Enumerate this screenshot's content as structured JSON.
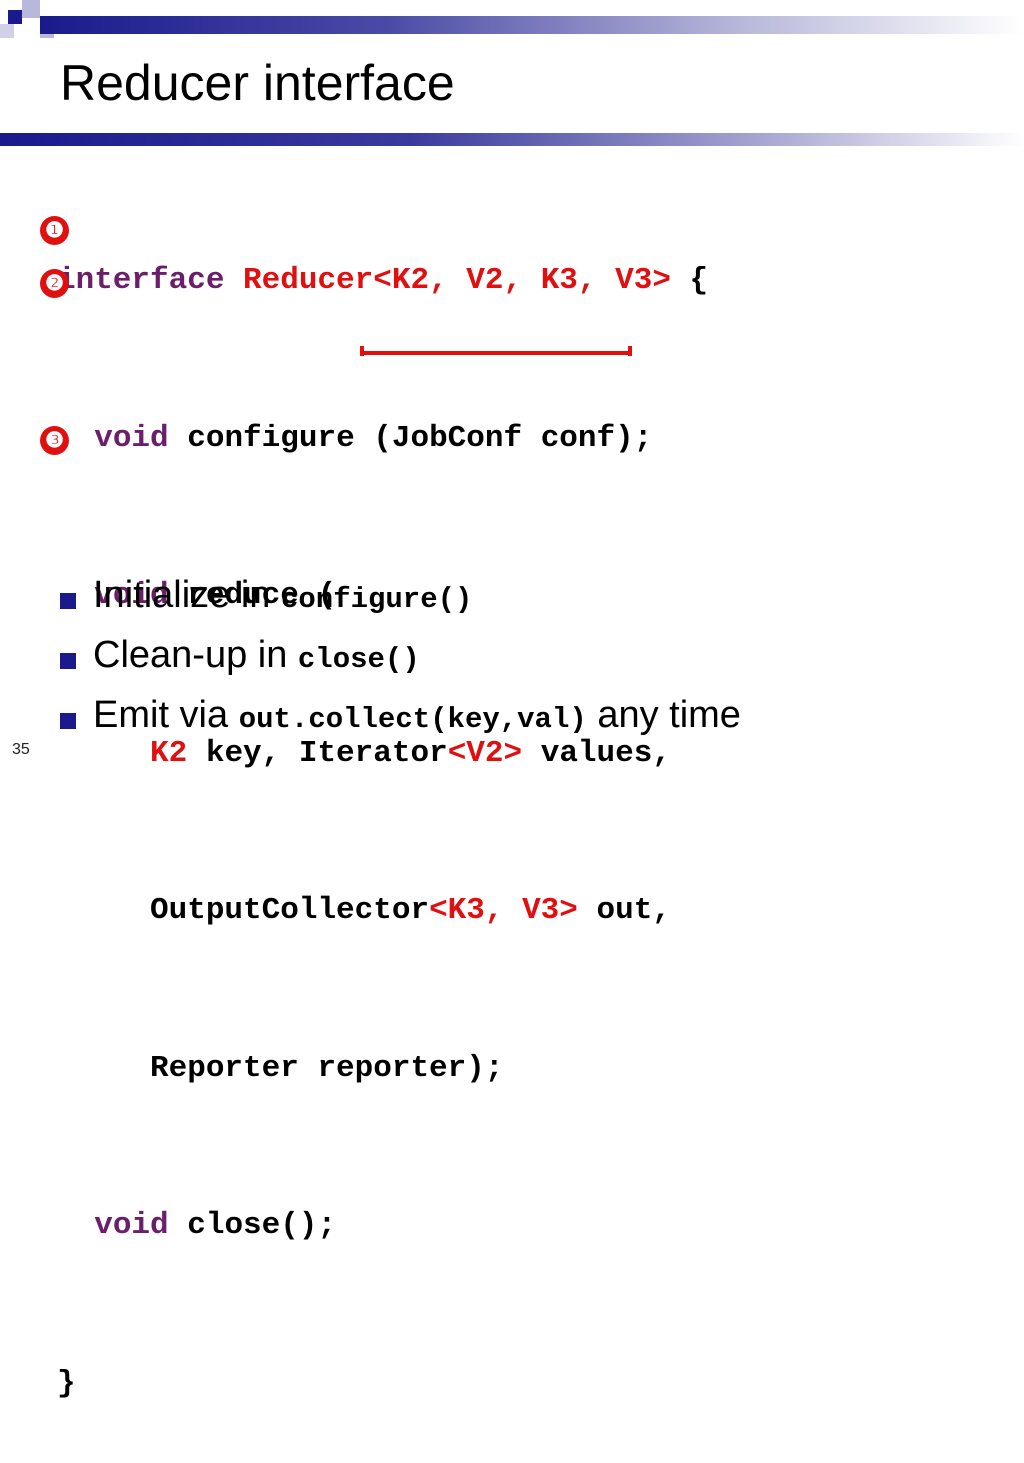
{
  "slide": {
    "title": "Reducer interface",
    "page_number": "35"
  },
  "code": {
    "l1": {
      "kw": "interface",
      "name": "Reducer<K2, V2, K3, V3>",
      "tail": " {"
    },
    "l2": {
      "kw": "void",
      "rest": " configure (JobConf conf);"
    },
    "l3": {
      "kw": "void",
      "rest": " reduce ("
    },
    "l4": {
      "t1": "K2",
      "t2": " key, Iterator",
      "t3": "<V2>",
      "t4": " values,"
    },
    "l5": {
      "t1": "OutputCollector",
      "t2": "<K3, V3>",
      "t3": " out,"
    },
    "l6": {
      "rest": "Reporter reporter);"
    },
    "l7": {
      "kw": "void",
      "rest": " close();"
    },
    "l8": {
      "rest": "}"
    }
  },
  "markers": [
    "❶",
    "❷",
    "❸"
  ],
  "bullets": [
    {
      "text": "Initialize in ",
      "code": "configure()",
      "tail": ""
    },
    {
      "text": "Clean-up in ",
      "code": "close()",
      "tail": ""
    },
    {
      "text": "Emit via ",
      "code": "out.collect(key,val)",
      "tail": " any time"
    }
  ],
  "colors": {
    "keyword": "#6b1f6b",
    "highlight": "#e01010",
    "bullet": "#1a1a8c"
  }
}
